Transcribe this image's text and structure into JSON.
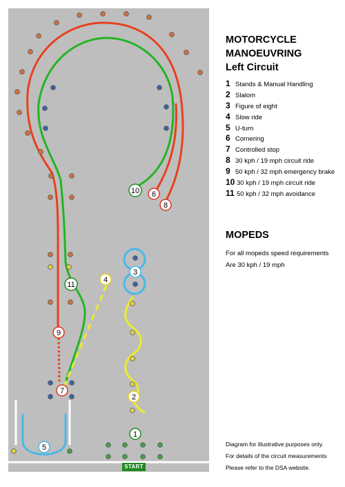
{
  "header": {
    "title_line1": "MOTORCYCLE",
    "title_line2": "MANOEUVRING",
    "subtitle": "Left Circuit"
  },
  "legend": [
    {
      "num": "1",
      "text": "Stands & Manual Handling"
    },
    {
      "num": "2",
      "text": "Slalom"
    },
    {
      "num": "3",
      "text": "Figure of eight"
    },
    {
      "num": "4",
      "text": "Slow ride"
    },
    {
      "num": "5",
      "text": "U-turn"
    },
    {
      "num": "6",
      "text": "Cornering"
    },
    {
      "num": "7",
      "text": "Controlled stop"
    },
    {
      "num": "8",
      "text": "30 kph / 19 mph circuit ride"
    },
    {
      "num": "9",
      "text": "50 kph / 32 mph emergency brake"
    },
    {
      "num": "10",
      "text": "30 kph / 19 mph circuit ride"
    },
    {
      "num": "11",
      "text": " 50 kph / 32 mph avoidance"
    }
  ],
  "mopeds": {
    "heading": "MOPEDS",
    "line1": "For all mopeds speed requirements",
    "line2": "Are 30 kph / 19 mph"
  },
  "footer": {
    "line1": "Diagram for illustrative purposes only.",
    "line2": "For details of the circuit measurements",
    "line3": "Please refer to the DSA website."
  },
  "start_label": "START",
  "diagram": {
    "markers": [
      {
        "label": "1",
        "color": "#1e8a1e"
      },
      {
        "label": "2",
        "color": "#e6d21e"
      },
      {
        "label": "3",
        "color": "#4ab8e8"
      },
      {
        "label": "4",
        "color": "#e6d21e"
      },
      {
        "label": "5",
        "color": "#4ab8e8"
      },
      {
        "label": "6",
        "color": "#e0321e"
      },
      {
        "label": "7",
        "color": "#e0321e"
      },
      {
        "label": "8",
        "color": "#e0321e"
      },
      {
        "label": "9",
        "color": "#e0321e"
      },
      {
        "label": "10",
        "color": "#1e8a1e"
      },
      {
        "label": "11",
        "color": "#1e8a1e"
      }
    ],
    "colors": {
      "red_route": "#e8401e",
      "green_route": "#22b422",
      "yellow_route": "#ecec2c",
      "blue_route": "#4ab8e8",
      "track": "#bebebe",
      "cone_orange": "#d2703c",
      "cone_blue": "#3c64a0",
      "cone_yellow": "#e0d246",
      "cone_green": "#46a046"
    }
  }
}
